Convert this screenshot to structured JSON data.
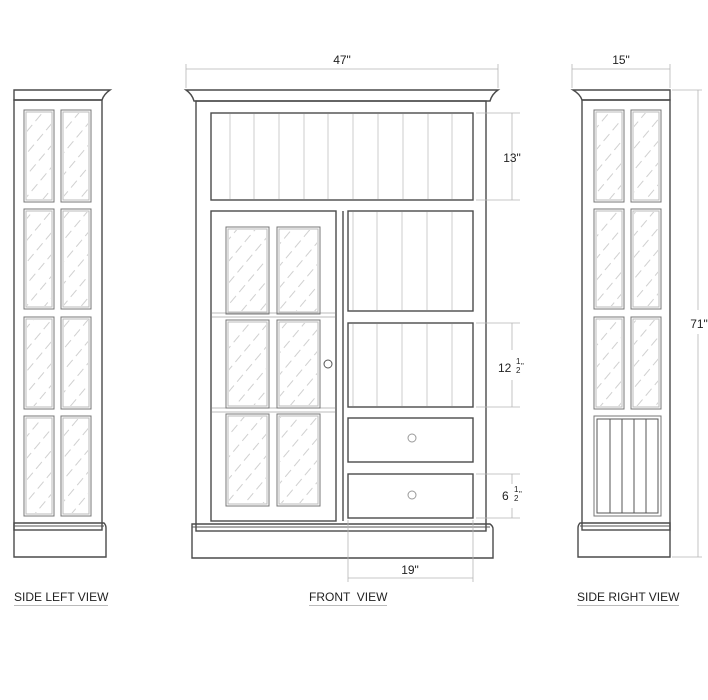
{
  "views": {
    "left": {
      "label": "SIDE LEFT VIEW"
    },
    "front": {
      "label": "FRONT  VIEW"
    },
    "right": {
      "label": "SIDE RIGHT VIEW"
    }
  },
  "dimensions": {
    "overall_width": "47\"",
    "depth": "15\"",
    "overall_height": "71\"",
    "top_panel_height": "13\"",
    "shelf_opening_height": {
      "whole": "12",
      "num": "1",
      "den": "2",
      "unit": "\""
    },
    "drawer_height": {
      "whole": "6",
      "num": "1",
      "den": "2",
      "unit": "\""
    },
    "right_section_width": "19\""
  },
  "colors": {
    "line": "#4a4a4a",
    "dimension_line": "#b5b5b5",
    "background": "#ffffff"
  }
}
